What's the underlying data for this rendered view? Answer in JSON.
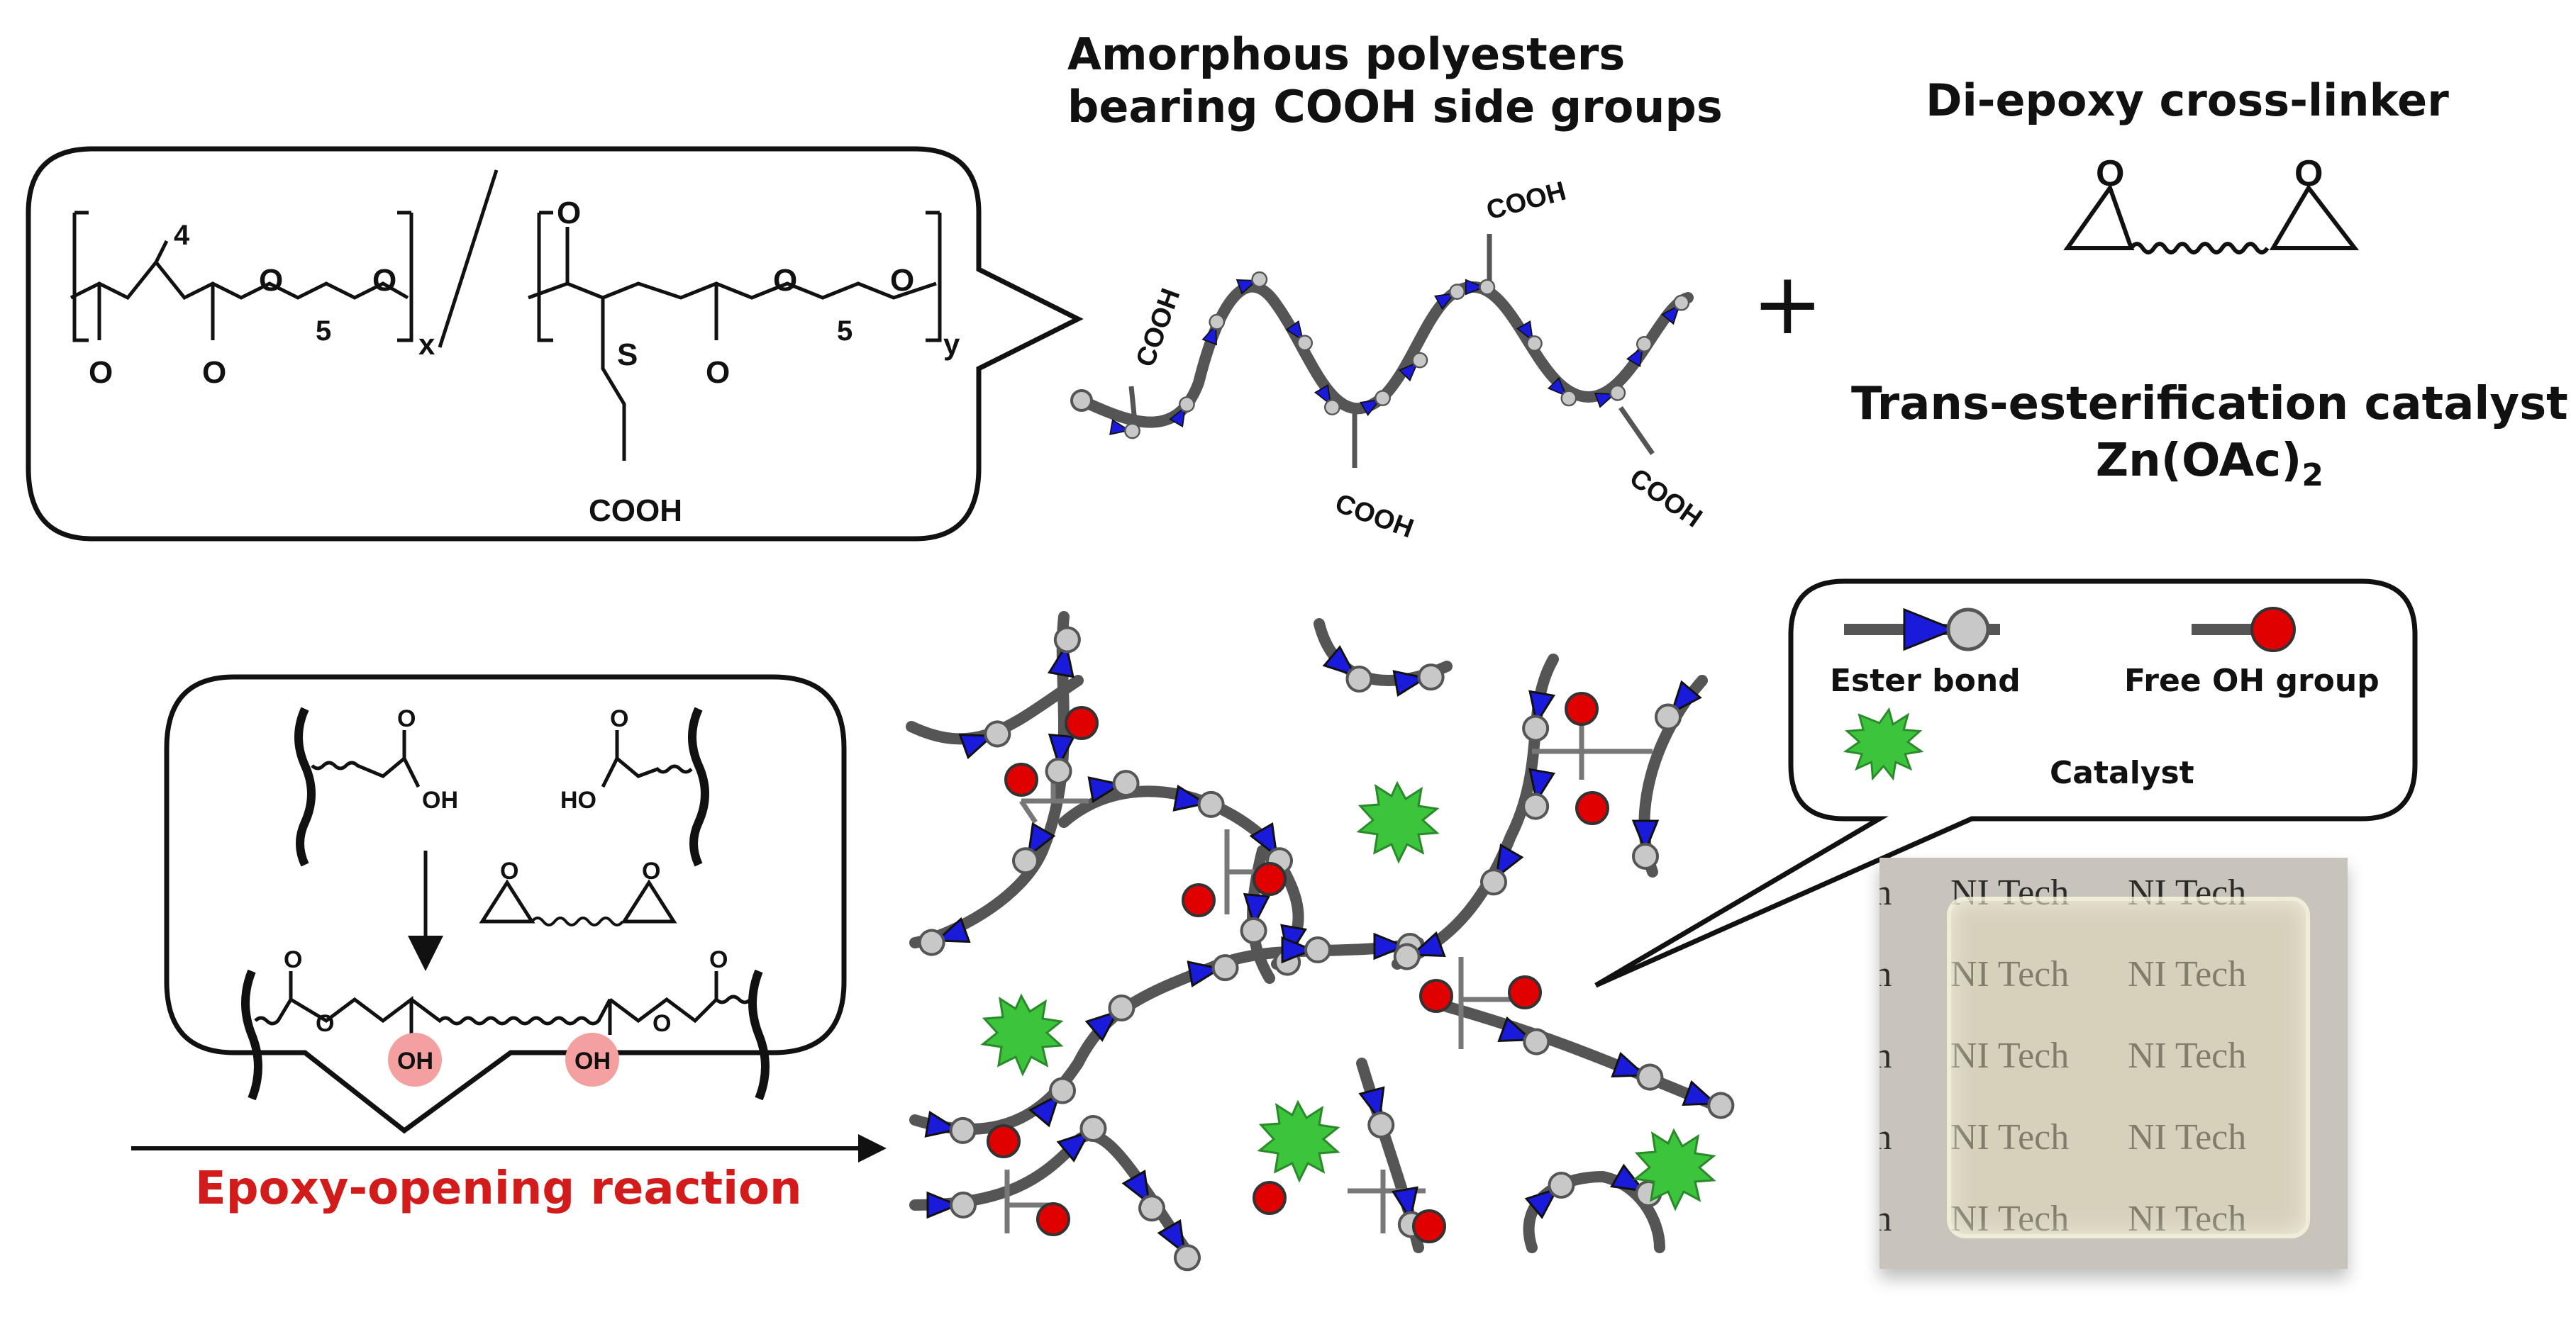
{
  "titles": {
    "polyester_line1": "Amorphous polyesters",
    "polyester_line2": "bearing COOH side groups",
    "crosslinker": "Di-epoxy cross-linker",
    "catalyst_line1": "Trans-esterification catalyst",
    "catalyst_line2": "Zn(OAc)",
    "catalyst_sub": "2"
  },
  "reaction_label": "Epoxy-opening reaction",
  "plus": "+",
  "legend": {
    "ester": "Ester bond",
    "free_oh": "Free OH group",
    "catalyst": "Catalyst"
  },
  "chem_labels": {
    "cooh": "COOH",
    "o": "O",
    "oh": "OH",
    "ho": "HO",
    "s": "S",
    "n4": "4",
    "n5": "5",
    "x": "x",
    "y": "y"
  },
  "photo_text": "NI Tech",
  "colors": {
    "chain": "#555555",
    "arrow": "#1a1adb",
    "circle": "#c8c8c8",
    "free_oh": "#e00000",
    "catalyst": "#3cc43c",
    "oh_highlight": "#f4a0a0",
    "reaction": "#d21b1b"
  }
}
